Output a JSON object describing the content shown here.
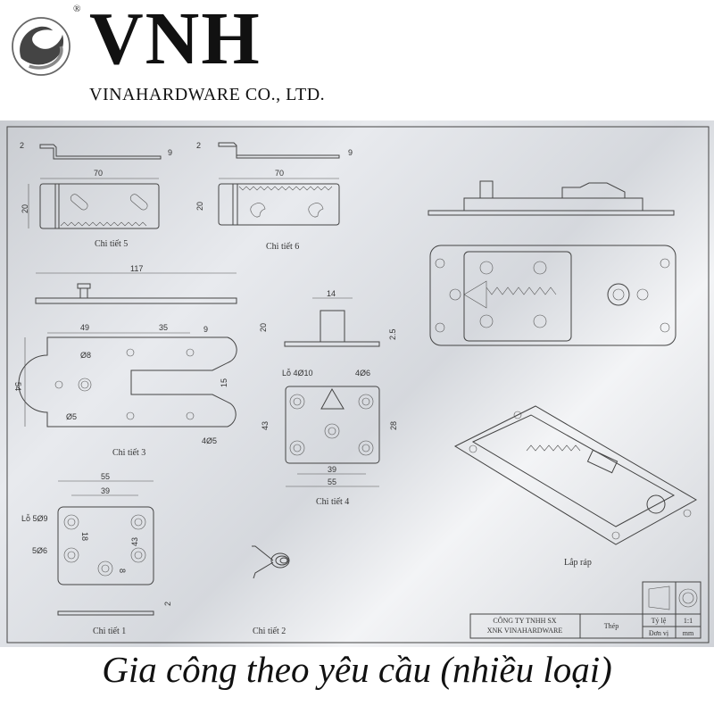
{
  "header": {
    "brand": "VNH",
    "registered": "®",
    "company": "VINAHARDWARE CO., LTD.",
    "logo_icon": "vnh-swirl-logo"
  },
  "parts": {
    "p1": {
      "label": "Chi tiết 1",
      "dims": {
        "w": "55",
        "holes_span": "39",
        "hole_big": "Lỗ 5Ø9",
        "hole_small": "5Ø6",
        "v18": "18",
        "v43": "43",
        "v8": "8",
        "thick": "2"
      }
    },
    "p2": {
      "label": "Chi tiết 2"
    },
    "p3": {
      "label": "Chi tiết 3",
      "dims": {
        "len": "117",
        "d49": "49",
        "d35": "35",
        "d9": "9",
        "h54": "54",
        "d8": "Ø8",
        "d5": "Ø5",
        "slot15": "15",
        "holes": "4Ø5"
      }
    },
    "p4": {
      "label": "Chi tiết 4",
      "dims": {
        "w14": "14",
        "h20": "20",
        "t25": "2.5",
        "big": "Lỗ 4Ø10",
        "small": "4Ø6",
        "h43": "43",
        "h28": "28",
        "w39": "39",
        "w55": "55"
      }
    },
    "p5": {
      "label": "Chi tiết 5",
      "dims": {
        "t": "2",
        "h": "9",
        "len": "70",
        "w": "20"
      }
    },
    "p6": {
      "label": "Chi tiết 6",
      "dims": {
        "t": "2",
        "h": "9",
        "len": "70",
        "w": "20"
      }
    },
    "assembly": {
      "label": "Lắp ráp"
    }
  },
  "title_block": {
    "company_line1": "CÔNG TY TNHH SX",
    "company_line2": "XNK VINAHARDWARE",
    "material": "Thép",
    "scale_label": "Tỷ lệ",
    "scale": "1:1",
    "unit_label": "Đơn vị",
    "unit": "mm"
  },
  "caption": "Gia công theo yêu cầu (nhiều loại)"
}
